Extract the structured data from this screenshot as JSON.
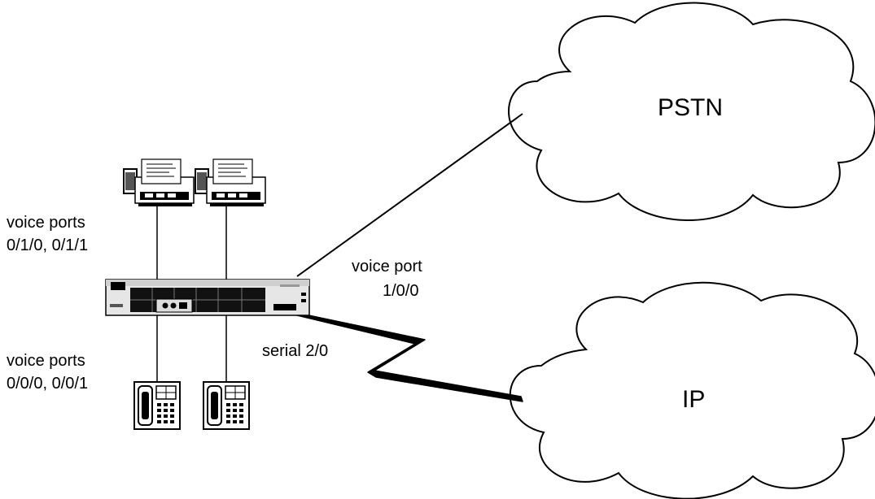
{
  "clouds": {
    "pstn": "PSTN",
    "ip": "IP"
  },
  "labels": {
    "fxs_line1": "voice ports",
    "fxs_line2": "0/1/0, 0/1/1",
    "fxo_line1": "voice ports",
    "fxo_line2": "0/0/0, 0/0/1",
    "pstn_port_line1": "voice port",
    "pstn_port_line2": "1/0/0",
    "serial": "serial 2/0"
  },
  "icons": {
    "fax_left": "fax-machine-icon",
    "fax_right": "fax-machine-icon",
    "phone_left": "telephone-icon",
    "phone_right": "telephone-icon",
    "router": "router-icon",
    "wan_link": "serial-lightning-icon"
  }
}
